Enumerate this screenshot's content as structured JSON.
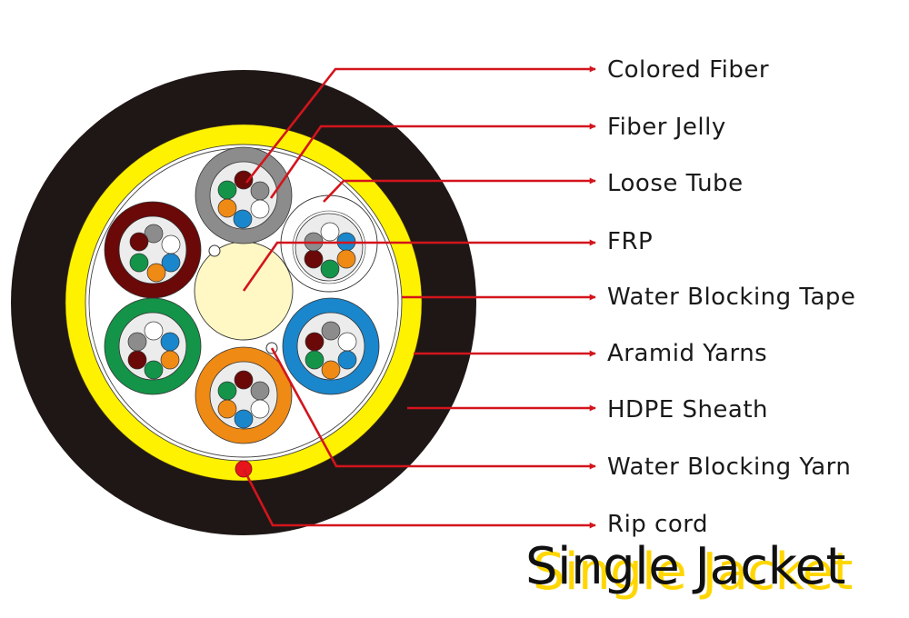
{
  "diagram": {
    "type": "fiber-optic-cable-cross-section",
    "title": "Single Jacket",
    "labels": [
      {
        "id": "colored-fiber",
        "text": "Colored Fiber"
      },
      {
        "id": "fiber-jelly",
        "text": "Fiber Jelly"
      },
      {
        "id": "loose-tube",
        "text": "Loose Tube"
      },
      {
        "id": "frp",
        "text": "FRP"
      },
      {
        "id": "water-blocking-tape",
        "text": "Water Blocking Tape"
      },
      {
        "id": "aramid-yarns",
        "text": "Aramid Yarns"
      },
      {
        "id": "hdpe-sheath",
        "text": "HDPE Sheath"
      },
      {
        "id": "water-blocking-yarn",
        "text": "Water Blocking Yarn"
      },
      {
        "id": "rip-cord",
        "text": "Rip cord"
      }
    ],
    "loose_tubes": [
      {
        "position": "top",
        "color": "#8c8c8c"
      },
      {
        "position": "upper-right",
        "color": "#ffffff"
      },
      {
        "position": "lower-right",
        "color": "#1a86cc"
      },
      {
        "position": "bottom",
        "color": "#ef8a14"
      },
      {
        "position": "lower-left",
        "color": "#139448"
      },
      {
        "position": "upper-left",
        "color": "#6b0808"
      }
    ],
    "fibers_per_tube": 6,
    "colors": {
      "sheath": "#1f1716",
      "aramid": "#fff200",
      "frp": "#fff8c4",
      "leader": "#d3141c",
      "rip_cord": "#e8141c",
      "tube_inner": "#ececec",
      "title_shadow": "#ffd600"
    }
  }
}
